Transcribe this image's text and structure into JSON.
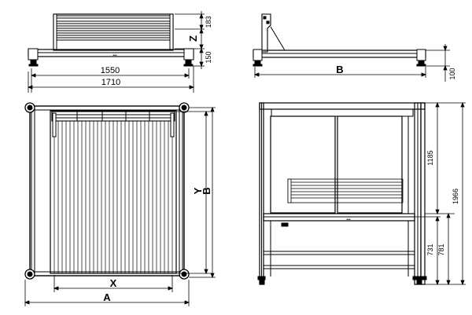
{
  "views": {
    "front_small": {
      "name": "front elevation (top-left)"
    },
    "side_small": {
      "name": "side elevation (top-right)"
    },
    "plan": {
      "name": "plan view (bottom-left)"
    },
    "canopy_side": {
      "name": "canopy side view (bottom-right)"
    }
  },
  "dimensions": {
    "d1550": "1550",
    "d1710": "1710",
    "d183": "183",
    "dZ": "Z",
    "d150": "150",
    "dB_top": "B",
    "d100": "100",
    "dX": "X",
    "dA": "A",
    "dY": "Y",
    "dB_plan": "B",
    "d1185": "1185",
    "d1966": "1966",
    "d731": "731",
    "d781": "781"
  },
  "line_color": "#000000",
  "hatch_color": "#4d4d4d"
}
